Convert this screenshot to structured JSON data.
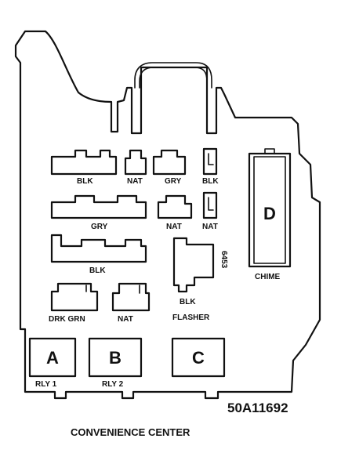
{
  "connectors": {
    "c1": "BLK",
    "c2": "NAT",
    "c3": "GRY",
    "c4": "BLK",
    "c5": "GRY",
    "c6": "NAT",
    "c7": "NAT",
    "c8": "BLK",
    "c9": "DRK GRN",
    "c10": "NAT"
  },
  "flasher": {
    "part_number": "6453",
    "color": "BLK",
    "name": "FLASHER"
  },
  "chime": {
    "letter": "D",
    "label": "CHIME"
  },
  "relays": [
    {
      "letter": "A",
      "label": "RLY 1"
    },
    {
      "letter": "B",
      "label": "RLY 2"
    },
    {
      "letter": "C",
      "label": ""
    }
  ],
  "figure_code": "50A11692",
  "caption": "CONVENIENCE CENTER"
}
